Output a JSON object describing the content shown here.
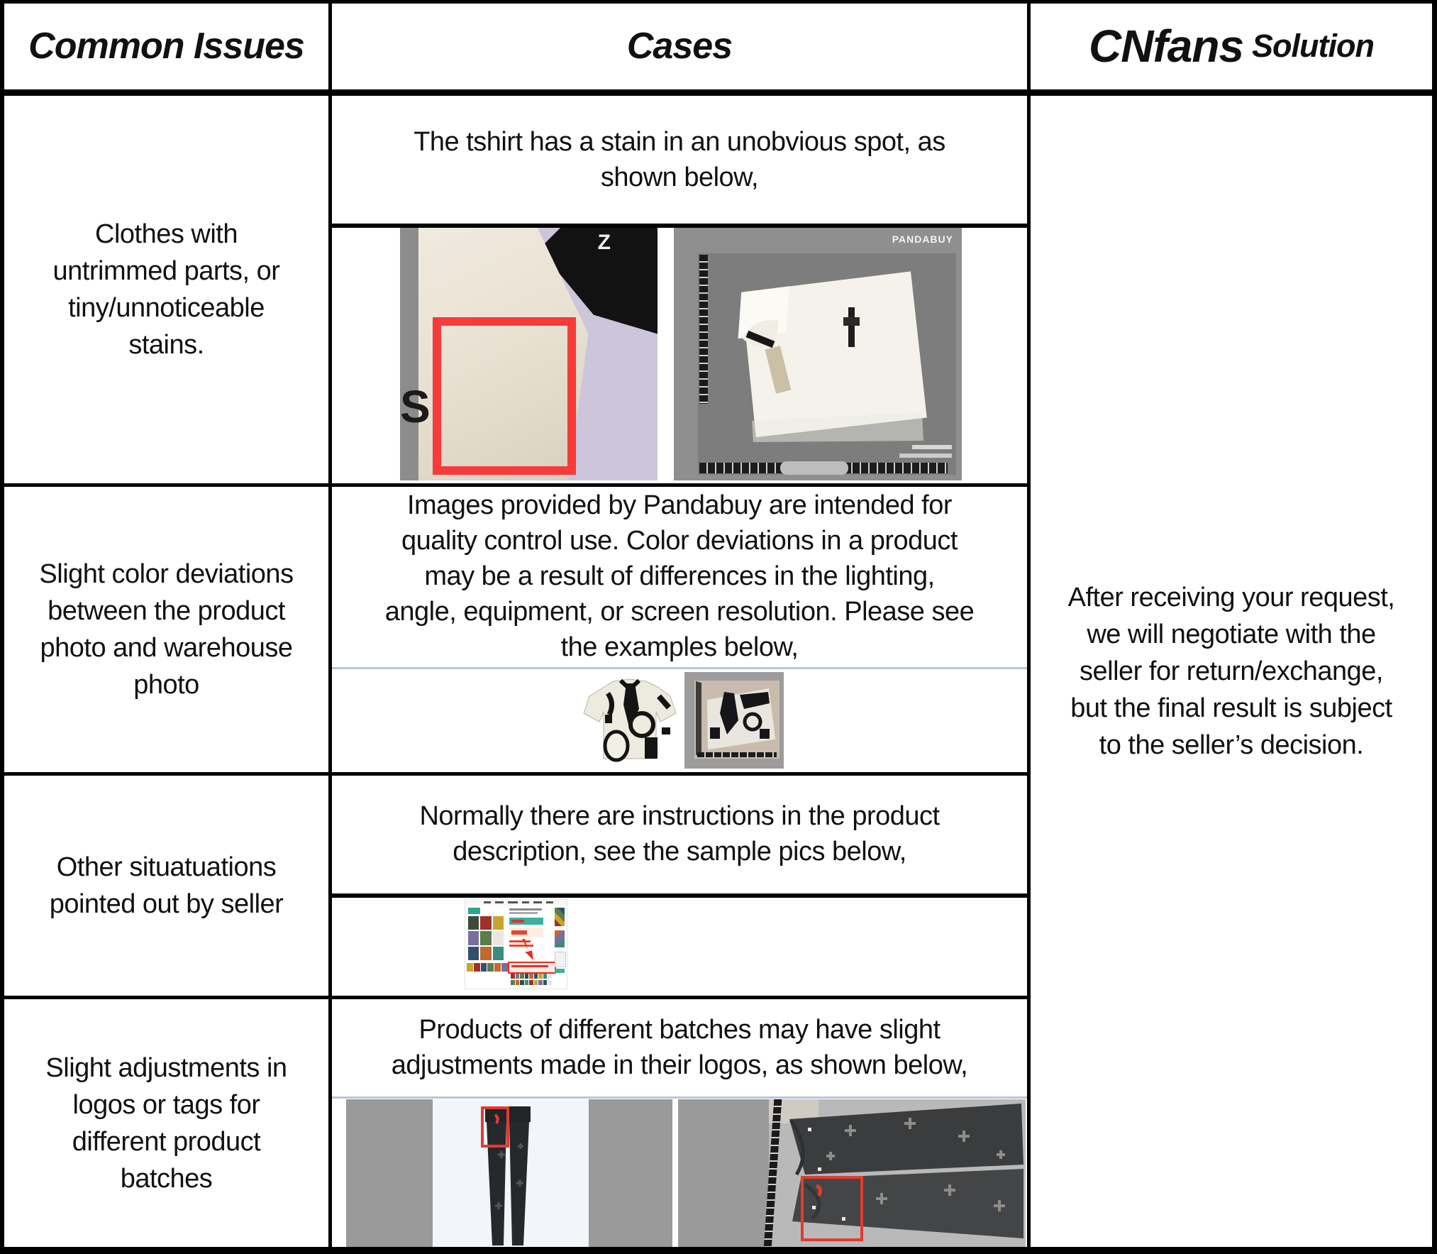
{
  "header": {
    "col1": "Common Issues",
    "col2": "Cases",
    "col3_brand": "CNfans",
    "col3_word": "Solution"
  },
  "rows": [
    {
      "issue": "Clothes with\nuntrimmed parts, or\ntiny/unnoticeable\nstains.",
      "case_text": "The tshirt has a stain in an unobvious spot, as\nshown below,"
    },
    {
      "issue": "Slight color deviations\nbetween the product\nphoto and warehouse\nphoto",
      "case_text": "Images provided by Pandabuy are intended for\nquality control use. Color deviations in a product\nmay be a result of differences in the lighting,\nangle, equipment, or screen resolution. Please see\nthe examples below,"
    },
    {
      "issue": "Other situatuations\npointed out by seller",
      "case_text": "Normally there are instructions in the product\ndescription, see the sample pics below,"
    },
    {
      "issue": "Slight adjustments in\nlogos or tags for\ndifferent product\nbatches",
      "case_text": "Products of different batches may have slight\nadjustments made in their logos, as shown below,"
    }
  ],
  "solution": {
    "text": "After receiving your request,\nwe will negotiate with the\nseller for return/exchange,\nbut the final result is subject\nto the seller’s decision."
  },
  "photos": {
    "stain_closeup": {
      "z_label": "Z",
      "s_label": "S"
    },
    "qc_flat_tshirt": {
      "watermark": "PANDABUY"
    }
  },
  "colors": {
    "border": "#000000",
    "nested_divider_blue": "#b9c6d8",
    "highlight_red": "#f63b3b"
  }
}
